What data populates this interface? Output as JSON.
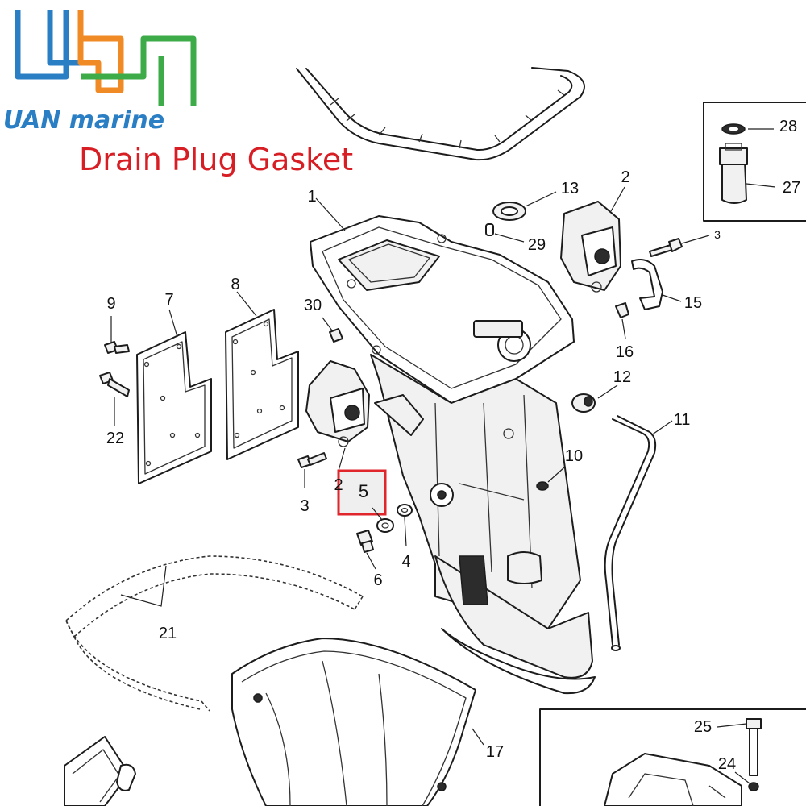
{
  "brand": {
    "name_part1": "UAN",
    "name_part2": "marine",
    "logo_colors": {
      "blue": "#2a7fc4",
      "orange": "#f08a24",
      "green": "#3cab48"
    }
  },
  "subtitle": {
    "text": "Drain Plug Gasket",
    "color": "#d81e25"
  },
  "callouts": {
    "c1": "1",
    "c2a": "2",
    "c2b": "2",
    "c3a": "3",
    "c3b": "3",
    "c4": "4",
    "c5": "5",
    "c6": "6",
    "c7": "7",
    "c8": "8",
    "c9": "9",
    "c10": "10",
    "c11": "11",
    "c12": "12",
    "c13": "13",
    "c15": "15",
    "c16": "16",
    "c17": "17",
    "c21": "21",
    "c22": "22",
    "c24": "24",
    "c25": "25",
    "c27": "27",
    "c28": "28",
    "c29": "29",
    "c30": "30"
  },
  "highlight": {
    "part_number": "5",
    "color": "#e0262b"
  }
}
